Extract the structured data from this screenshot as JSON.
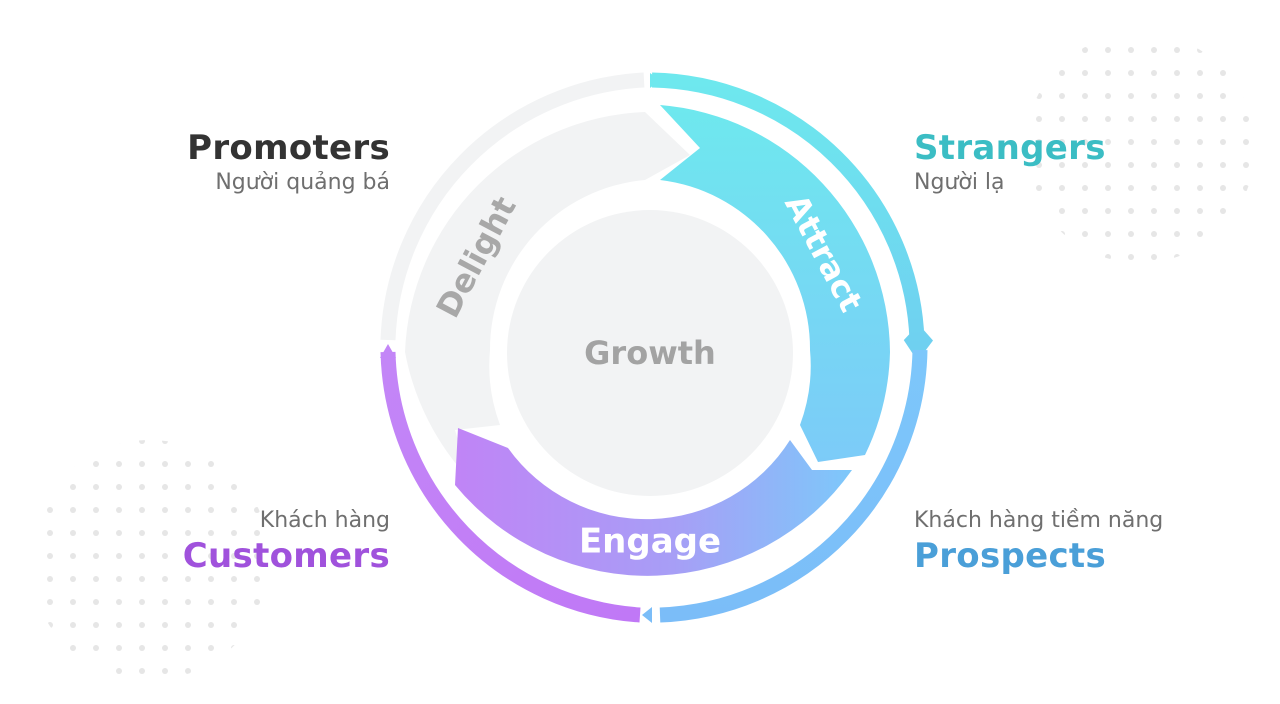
{
  "diagram": {
    "center_label": "Growth",
    "stages": [
      {
        "name": "Attract",
        "from": "Strangers",
        "to": "Prospects"
      },
      {
        "name": "Engage",
        "from": "Prospects",
        "to": "Customers"
      },
      {
        "name": "Delight",
        "from": "Customers",
        "to": "Promoters"
      }
    ]
  },
  "groups": {
    "strangers": {
      "title": "Strangers",
      "subtitle": "Người lạ",
      "color": "#3bbdc4"
    },
    "prospects": {
      "title": "Prospects",
      "subtitle": "Khách hàng tiềm năng",
      "color": "#4a9fd8"
    },
    "customers": {
      "title": "Customers",
      "subtitle": "Khách hàng",
      "color": "#a052dc"
    },
    "promoters": {
      "title": "Promoters",
      "subtitle": "Người quảng bá",
      "color": "#333333"
    }
  },
  "colors": {
    "attract_gradient": [
      "#6ee8ee",
      "#7ccbf8"
    ],
    "engage_gradient": [
      "#c084f6",
      "#7dc8fa"
    ],
    "delight_fill": "#f2f3f4",
    "center_fill": "#f2f3f4",
    "label_gray": "#a3a3a3",
    "dot_color": "#e6e6e6"
  }
}
